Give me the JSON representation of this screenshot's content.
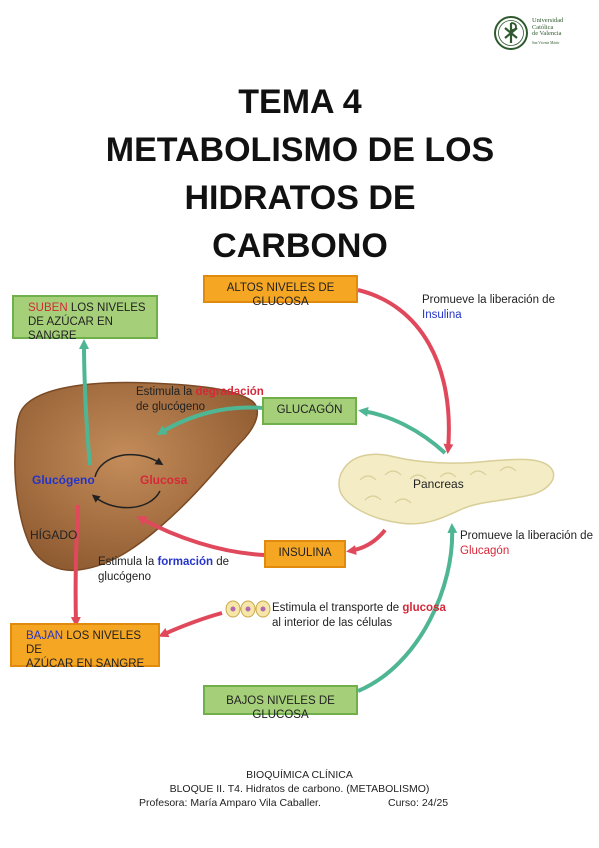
{
  "logo": {
    "name_lines": [
      "Universidad",
      "Católica",
      "de Valencia"
    ],
    "subtitle": "San Vicente Mártir",
    "seal_color": "#2e5a2e"
  },
  "title_lines": [
    "TEMA 4",
    "METABOLISMO DE LOS",
    "HIDRATOS DE",
    "CARBONO"
  ],
  "diagram": {
    "altos": "ALTOS NIVELES DE GLUCOSA",
    "bajos": "BAJOS NIVELES DE GLUCOSA",
    "glucagon_box": "GLUCAGÓN",
    "insulina_box": "INSULINA",
    "suben": {
      "hl": "SUBEN",
      "rest1": " LOS NIVELES",
      "line2": "DE AZÚCAR EN SANGRE"
    },
    "bajan": {
      "hl": "BAJAN",
      "rest1": " LOS NIVELES DE",
      "line2": "AZÚCAR EN SANGRE"
    },
    "promueve_insulina": {
      "line1": "Promueve la liberación de",
      "hl": "Insulina"
    },
    "promueve_glucagon": {
      "line1": "Promueve la liberación de",
      "hl": "Glucagón"
    },
    "degradacion": {
      "pre": "Estimula la ",
      "hl": "degradación",
      "line2": "de glucógeno"
    },
    "formacion": {
      "pre": "Estimula la ",
      "hl": "formación",
      "post": " de",
      "line2": "glucógeno"
    },
    "transporte": {
      "pre": "Estimula el transporte de ",
      "hl": "glucosa",
      "line2": "al interior de las células"
    },
    "liver": {
      "glucogeno": "Glucógeno",
      "glucosa": "Glucosa",
      "higado": "HÍGADO"
    },
    "pancreas": "Pancreas",
    "colors": {
      "orange_box": "#f5a623",
      "green_box": "#a6cf7a",
      "arrow_red": "#e0485c",
      "arrow_green": "#4fb694",
      "liver": "#b07a4a",
      "pancreas": "#f3ecc5",
      "highlight_red": "#d62839",
      "highlight_blue": "#2434c8"
    }
  },
  "footer": {
    "line1": "BIOQUÍMICA CLÍNICA",
    "line2": "BLOQUE II. T4. Hidratos de carbono. (METABOLISMO)",
    "profesora": "Profesora: María Amparo Vila Caballer.",
    "curso": "Curso: 24/25"
  }
}
